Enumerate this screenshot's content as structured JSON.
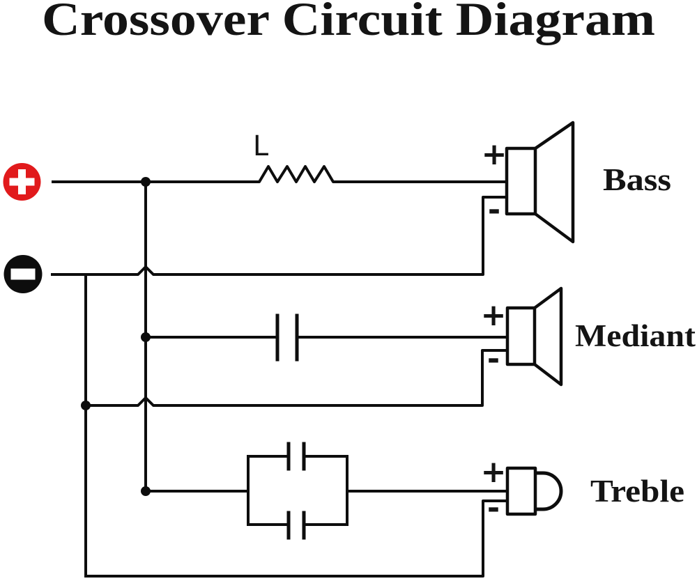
{
  "title": "Crossover Circuit Diagram",
  "colors": {
    "wire": "#0d0d0d",
    "positive_terminal": "#e11a1c",
    "negative_terminal": "#0d0d0d",
    "background": "#ffffff"
  },
  "terminals": {
    "positive_symbol": "+",
    "negative_symbol": "−"
  },
  "inductor_label": "L",
  "speakers": [
    {
      "name": "Bass",
      "plus_label": "+",
      "minus_label": "-"
    },
    {
      "name": "Mediant",
      "plus_label": "+",
      "minus_label": "-"
    },
    {
      "name": "Treble",
      "plus_label": "+",
      "minus_label": "-"
    }
  ]
}
